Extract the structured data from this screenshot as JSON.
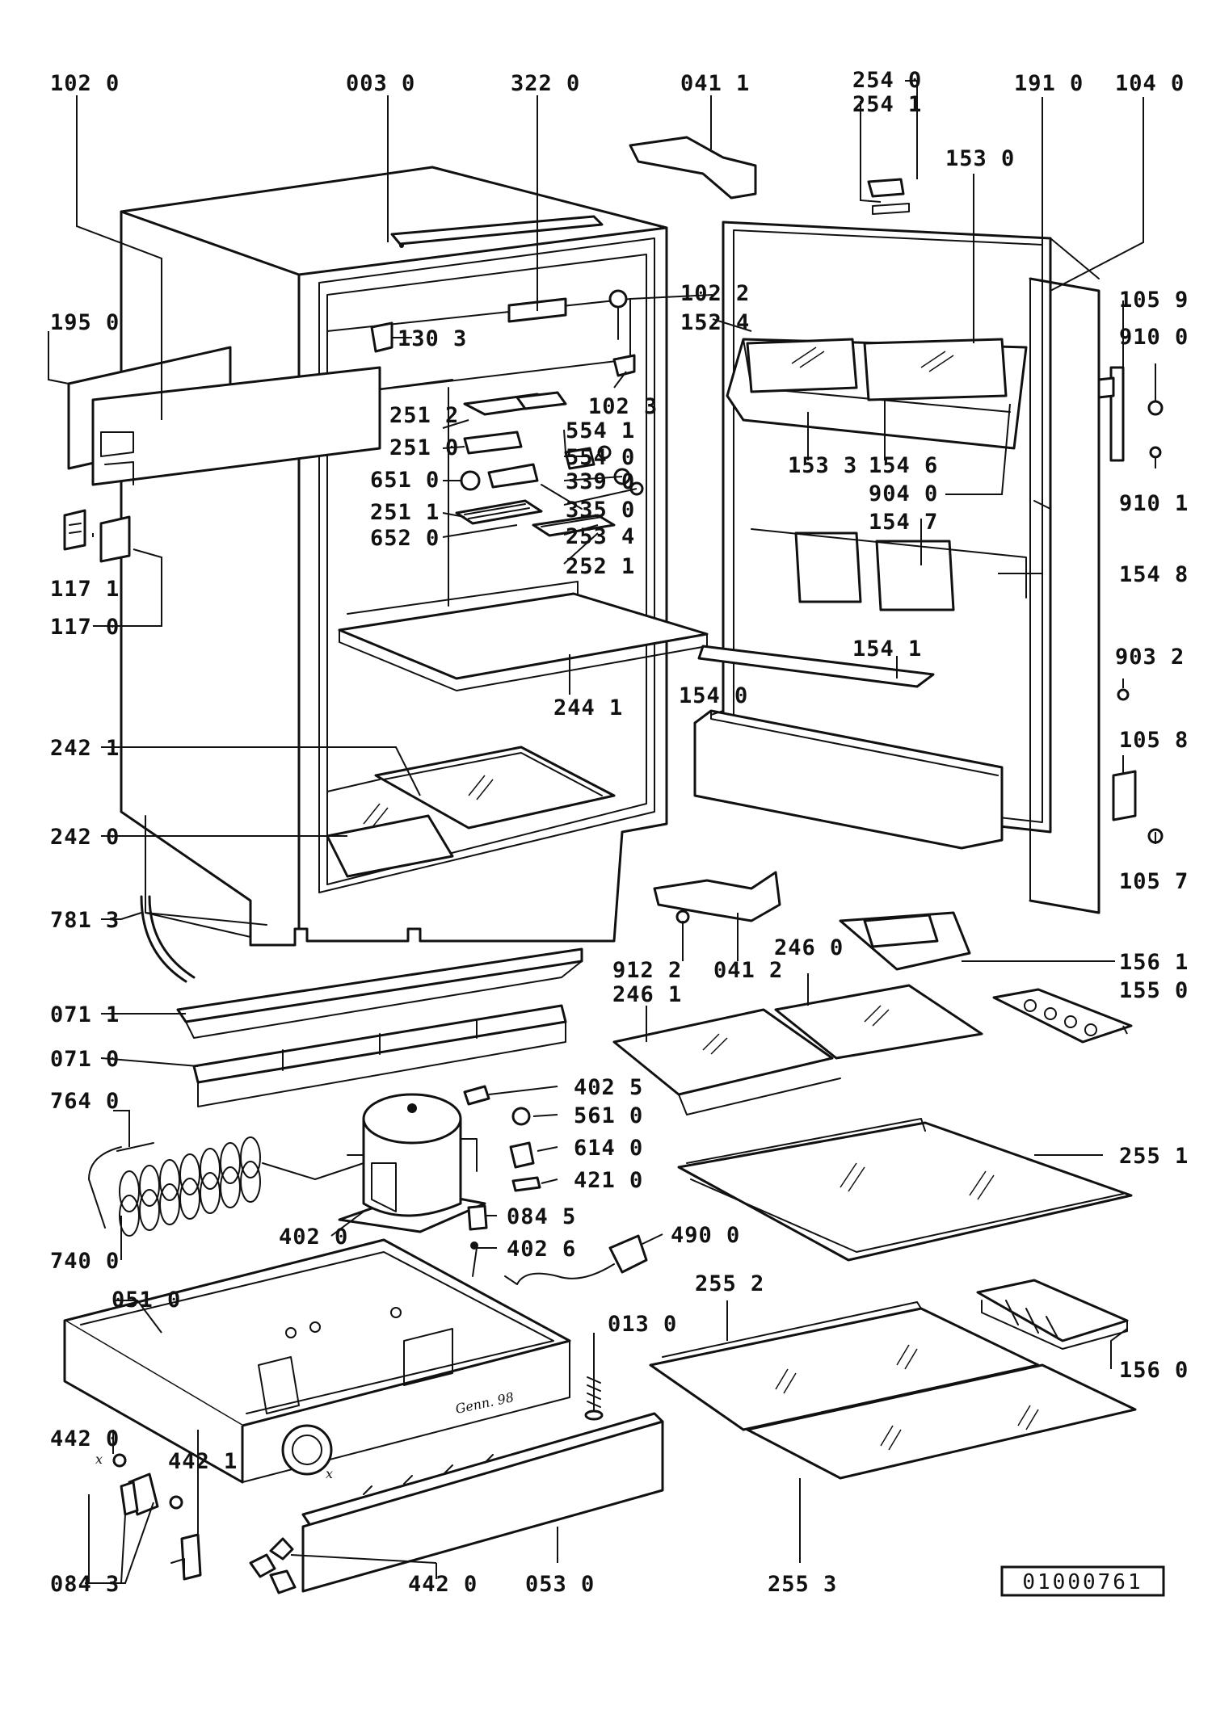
{
  "diagram": {
    "reference_code": "01000761",
    "stamp_text": "Genn. 98",
    "x_marker": "x"
  },
  "parts": {
    "p102_0": "102 0",
    "p003_0": "003 0",
    "p322_0": "322 0",
    "p041_1": "041 1",
    "p254_0": "254 0",
    "p254_1": "254 1",
    "p191_0": "191 0",
    "p104_0": "104 0",
    "p153_0": "153 0",
    "p195_0": "195 0",
    "p102_2": "102 2",
    "p152_4": "152 4",
    "p105_9": "105 9",
    "p910_0": "910 0",
    "p130_3": "130 3",
    "p102_3": "102 3",
    "p251_2": "251 2",
    "p554_1": "554 1",
    "p251_0": "251 0",
    "p554_0": "554 0",
    "p153_3": "153 3",
    "p154_6": "154 6",
    "p651_0": "651 0",
    "p339_0": "339 0",
    "p904_0": "904 0",
    "p910_1": "910 1",
    "p251_1": "251 1",
    "p335_0": "335 0",
    "p652_0": "652 0",
    "p253_4": "253 4",
    "p154_7": "154 7",
    "p117_1": "117 1",
    "p252_1": "252 1",
    "p154_8": "154 8",
    "p117_0": "117 0",
    "p154_1": "154 1",
    "p903_2": "903 2",
    "p154_0": "154 0",
    "p244_1": "244 1",
    "p242_1": "242 1",
    "p105_8": "105 8",
    "p242_0": "242 0",
    "p105_7": "105 7",
    "p781_3": "781 3",
    "p246_0": "246 0",
    "p156_1": "156 1",
    "p912_2": "912 2",
    "p041_2": "041 2",
    "p246_1": "246 1",
    "p071_1": "071 1",
    "p155_0": "155 0",
    "p071_0": "071 0",
    "p402_5": "402 5",
    "p764_0": "764 0",
    "p561_0": "561 0",
    "p255_1": "255 1",
    "p614_0": "614 0",
    "p421_0": "421 0",
    "p402_0": "402 0",
    "p084_5": "084 5",
    "p490_0": "490 0",
    "p402_6": "402 6",
    "p740_0": "740 0",
    "p255_2": "255 2",
    "p051_0": "051 0",
    "p013_0": "013 0",
    "p156_0": "156 0",
    "p442_0_a": "442 0",
    "p442_1": "442 1",
    "p084_3": "084 3",
    "p442_0_b": "442 0",
    "p053_0": "053 0",
    "p255_3": "255 3"
  }
}
